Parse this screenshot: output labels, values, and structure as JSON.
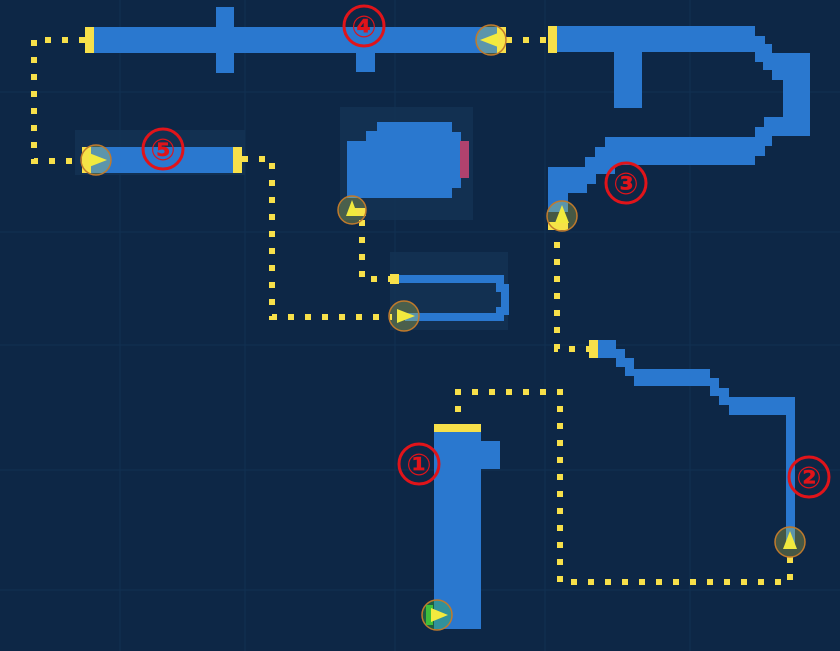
{
  "map": {
    "colors": {
      "background": "#0d2746",
      "grid": "#16385d",
      "corridor": "#2a78cf",
      "door": "#f7e04a",
      "path_dot": "#f7e04a",
      "marker_number": "#e0141a",
      "arrow_fill": "#f2ea3e",
      "arrow_ring": "#c07a2c",
      "start_fill": "#3fbf3a",
      "hazard": "#b0426e"
    },
    "markers": [
      {
        "id": "marker-1",
        "label": "①"
      },
      {
        "id": "marker-2",
        "label": "②"
      },
      {
        "id": "marker-3",
        "label": "③"
      },
      {
        "id": "marker-4",
        "label": "④"
      },
      {
        "id": "marker-5",
        "label": "⑤"
      }
    ],
    "icons": {
      "start": "start-arrow-icon",
      "transfer": "transfer-arrow-icon",
      "door": "door-icon"
    }
  }
}
